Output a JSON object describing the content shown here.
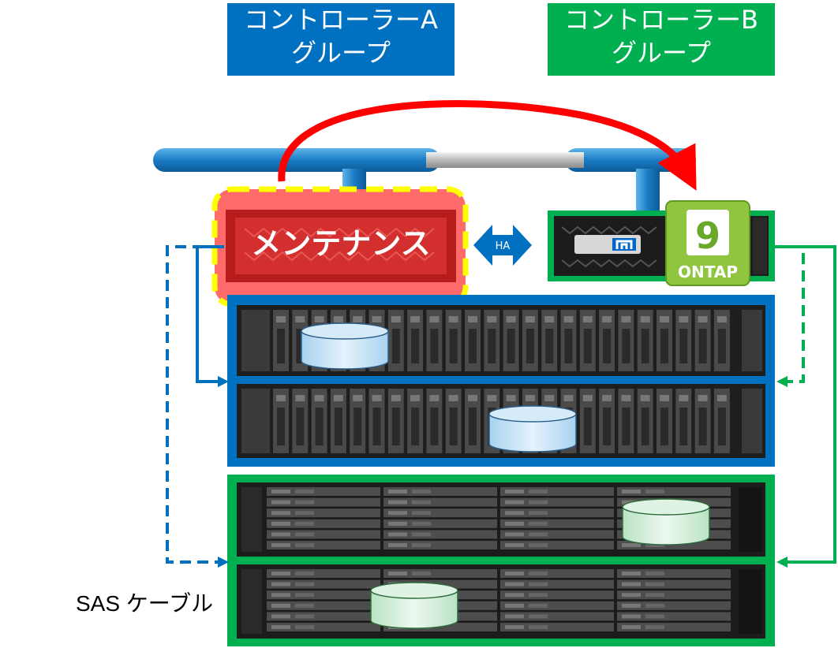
{
  "groups": {
    "a": {
      "line1": "コントローラーA",
      "line2": "グループ",
      "color": "#0070c0"
    },
    "b": {
      "line1": "コントローラーB",
      "line2": "グループ",
      "color": "#00b050"
    }
  },
  "maintenance_label": "メンテナンス",
  "ha_label": "HA",
  "ontap": {
    "version": "9",
    "name": "ONTAP"
  },
  "sas_label": "SAS ケーブル",
  "colors": {
    "blue": "#0070c0",
    "green": "#00b050",
    "maintenance": "#ff6b6b",
    "highlight": "#ffff00",
    "arrow": "#ff0000"
  }
}
